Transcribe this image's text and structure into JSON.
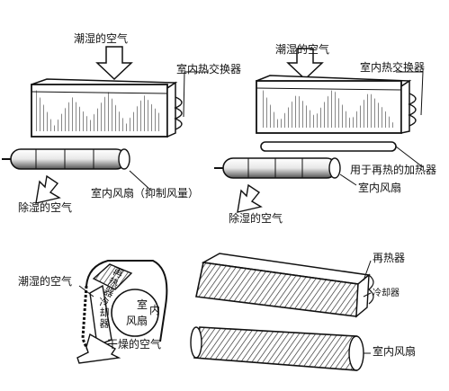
{
  "labels": {
    "humid_air_1": "潮湿的空气",
    "indoor_hex_1": "室内热交换器",
    "dehum_air_1": "除湿的空气",
    "indoor_fan_1": "室内风扇（抑制风量）",
    "humid_air_2": "潮湿的空气",
    "indoor_hex_2": "室内热交换器",
    "reheater_heater": "用于再热的加热器",
    "indoor_fan_2": "室内风扇",
    "dehum_air_2": "除湿的空气",
    "humid_air_3": "潮湿的空气",
    "reheater_3": "再热器",
    "cooler_3": "冷却器",
    "indoor_3_a": "室",
    "indoor_3_b": "内",
    "fan_3": "风扇",
    "dry_air_3": "干燥的空气",
    "reheater_4": "再热器",
    "cooler_4": "冷却器",
    "indoor_fan_4": "室内风扇"
  }
}
